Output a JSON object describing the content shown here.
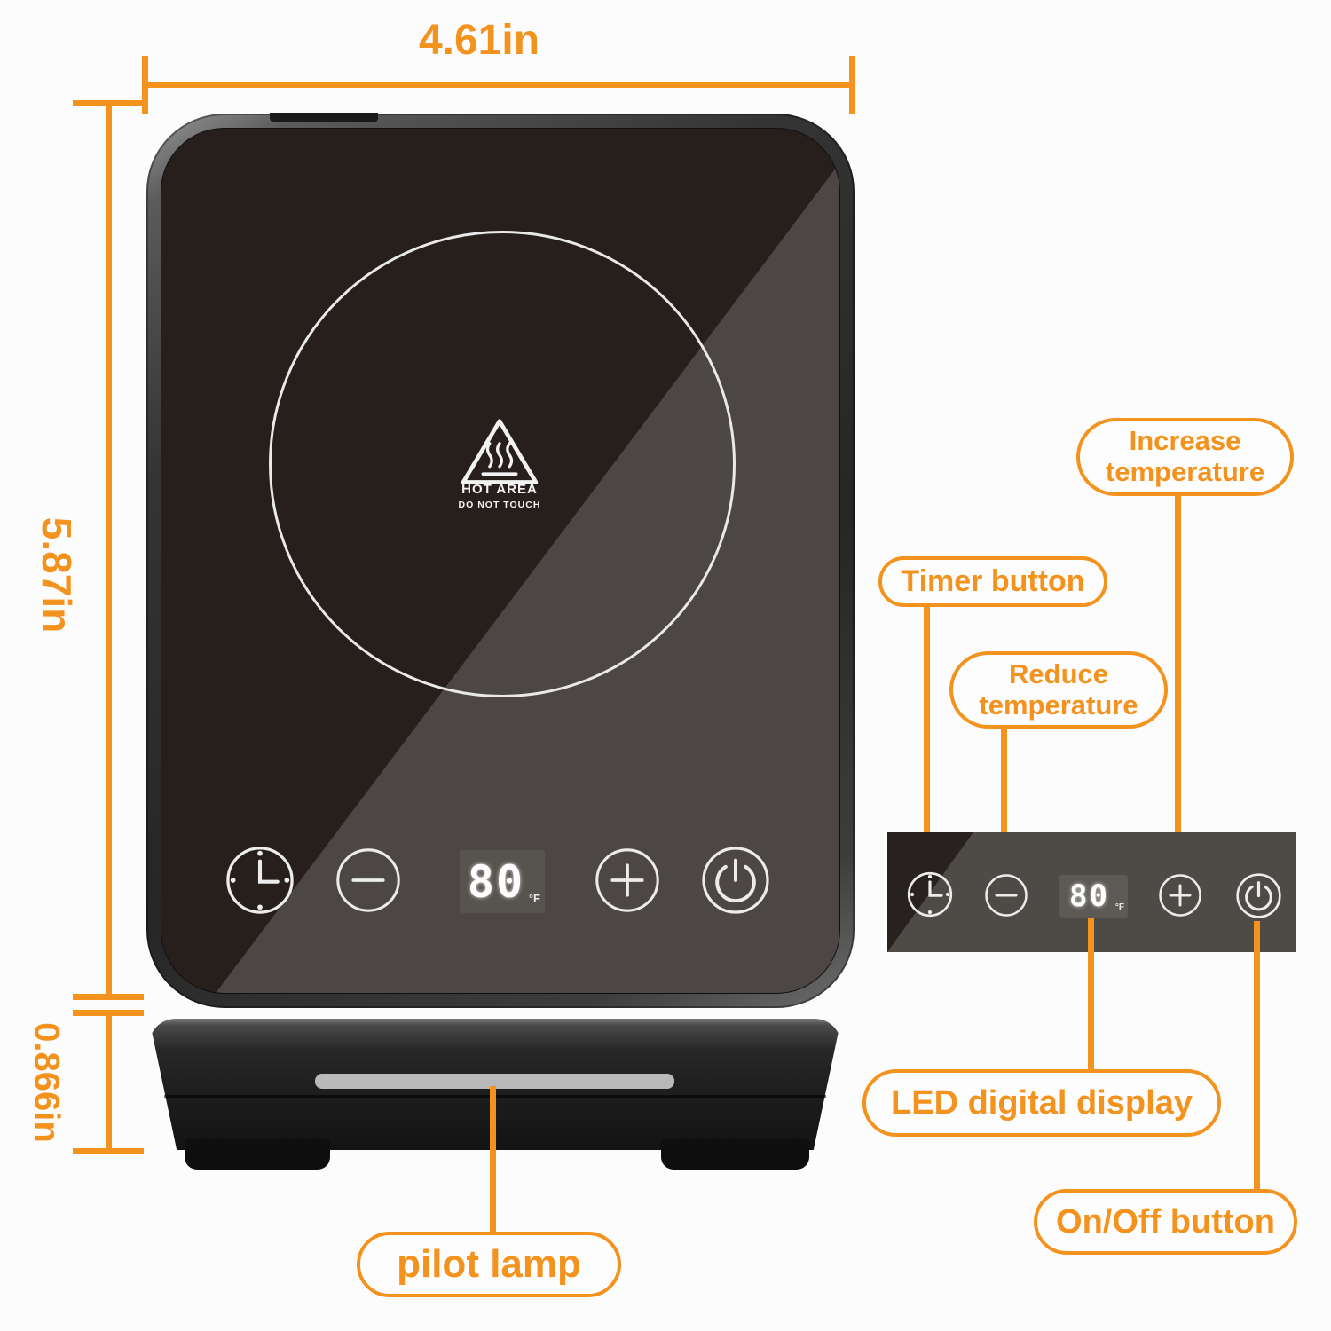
{
  "colors": {
    "accent": "#F4921E",
    "device_glass": "#261F1C",
    "reflection": "#4C4744",
    "panel_strip": "#4E4A46",
    "lamp_strip": "#B9B9B9"
  },
  "dimensions": {
    "width_label": "4.61in",
    "height_label": "5.87in",
    "base_height_label": "0.866in"
  },
  "device": {
    "hot_area_warning_line1": "HOT AREA",
    "hot_area_warning_line2": "DO NOT TOUCH",
    "display": {
      "value": "80",
      "unit": "°F"
    }
  },
  "callouts": {
    "increase": {
      "label": "Increase temperature"
    },
    "timer": {
      "label": "Timer button"
    },
    "reduce": {
      "label": "Reduce temperature"
    },
    "led": {
      "label": "LED digital display"
    },
    "onoff": {
      "label": "On/Off button"
    },
    "pilot": {
      "label": "pilot lamp"
    }
  },
  "icons": [
    "timer-icon",
    "minus-icon",
    "led-display",
    "plus-icon",
    "power-icon",
    "hot-area-icon",
    "pilot-lamp-strip"
  ]
}
